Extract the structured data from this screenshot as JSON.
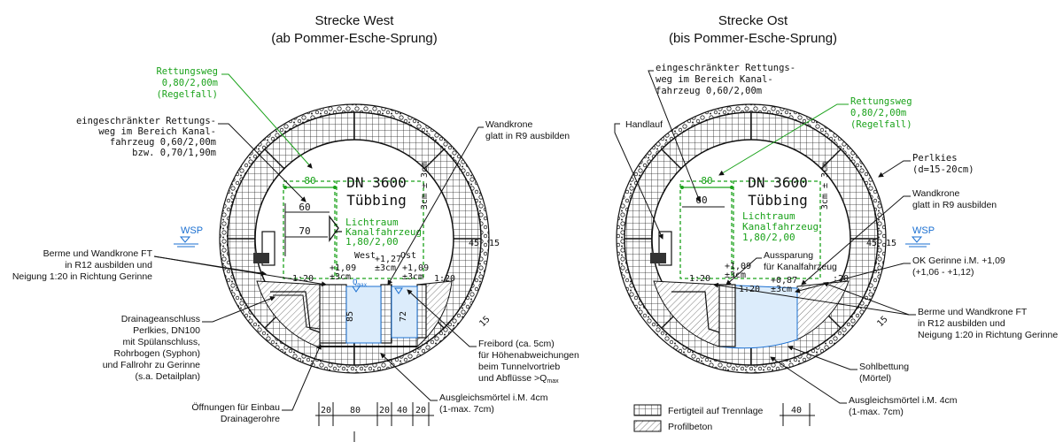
{
  "west": {
    "title": "Strecke West",
    "subtitle": "(ab Pommer-Esche-Sprung)",
    "rettungsweg": [
      "Rettungsweg",
      "0,80/2,00m",
      "(Regelfall)"
    ],
    "eingeschraenkt": [
      "eingeschränkter Rettungs-",
      "weg im Bereich Kanal-",
      "fahrzeug 0,60/2,00m",
      "bzw. 0,70/1,90m"
    ],
    "wandkrone": [
      "Wandkrone",
      "glatt in R9 ausbilden"
    ],
    "berme": [
      "Berme und Wandkrone FT",
      "in R12 ausbilden und",
      "Neigung 1:20 in Richtung Gerinne"
    ],
    "drainage": [
      "Drainageanschluss",
      "Perlkies, DN100",
      "mit Spülanschluss,",
      "Rohrbogen (Syphon)",
      "und Fallrohr zu Gerinne",
      "(s.a. Detailplan)"
    ],
    "oeffnungen": [
      "Öffnungen für Einbau",
      "Drainagerohre"
    ],
    "freibord": [
      "Freibord (ca. 5cm)",
      "für Höhenabweichungen",
      "beim Tunnelvortrieb",
      "und Abflüsse >Q",
      "max"
    ],
    "ausgleich": [
      "Ausgleichsmörtel i.M. 4cm",
      "(1-max. 7cm)"
    ],
    "dn": [
      "DN 3600",
      "Tübbing"
    ],
    "lichtraum": [
      "Lichtraum",
      "Kanalfahrzeug",
      "1,80/2,00"
    ],
    "dims": {
      "d80": "80",
      "d60": "60",
      "d70": "70",
      "d3cm": "3cm ± 3cm",
      "d85": "85",
      "d72": "72",
      "d45": "45",
      "d15a": "15",
      "d15b": "15",
      "slope_l": "1:20",
      "slope_r": "1:20"
    },
    "levels": {
      "west": "West",
      "ost": "Ost",
      "l1": "+1,09",
      "l1b": "±3cm",
      "l2": "+1,27",
      "l2b": "±3cm",
      "l3": "+1,09",
      "l3b": "±3cm"
    },
    "wsp": "WSP",
    "q": "Q",
    "qsub": "max",
    "bottom_dims": [
      "20",
      "80",
      "20",
      "40",
      "20"
    ]
  },
  "east": {
    "title": "Strecke Ost",
    "subtitle": "(bis Pommer-Esche-Sprung)",
    "eingeschraenkt": [
      "eingeschränkter Rettungs-",
      "weg im Bereich Kanal-",
      "fahrzeug 0,60/2,00m"
    ],
    "rettungsweg": [
      "Rettungsweg",
      "0,80/2,00m",
      "(Regelfall)"
    ],
    "handlauf": "Handlauf",
    "perlkies": [
      "Perlkies",
      "(d=15-20cm)"
    ],
    "wandkrone": [
      "Wandkrone",
      "glatt in R9 ausbilden"
    ],
    "aussparung": [
      "Aussparung",
      "für Kanalfahrzeug"
    ],
    "ok_gerinne": [
      "OK Gerinne i.M. +1,09",
      "(+1,06 - +1,12)"
    ],
    "berme": [
      "Berme und Wandkrone FT",
      "in R12 ausbilden und",
      "Neigung 1:20 in Richtung Gerinne"
    ],
    "sohl": [
      "Sohlbettung",
      "(Mörtel)"
    ],
    "ausgleich": [
      "Ausgleichsmörtel i.M. 4cm",
      "(1-max. 7cm)"
    ],
    "dn": [
      "DN 3600",
      "Tübbing"
    ],
    "lichtraum": [
      "Lichtraum",
      "Kanalfahrzeug",
      "1,80/2,00"
    ],
    "dims": {
      "d80": "80",
      "d60": "60",
      "d3cm": "3cm ± 3cm",
      "d45": "45",
      "d15a": "15",
      "d15b": "15",
      "slope_l": "1:20",
      "slope_m": "1:20",
      "slope_r": ":20",
      "d40": "40"
    },
    "levels": {
      "l1": "+1,09",
      "l1b": "±3cm",
      "l2": "+0,87",
      "l2b": "±3cm"
    },
    "wsp": "WSP"
  },
  "legend": {
    "fertigteil": "Fertigteil auf Trennlage",
    "profilbeton": "Profilbeton"
  },
  "colors": {
    "green": "#1aa21a",
    "blue": "#1a6fd1",
    "line": "#111111"
  }
}
